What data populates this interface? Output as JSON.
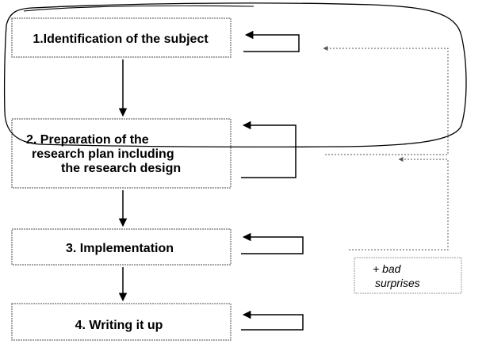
{
  "steps": [
    {
      "label_lines": [
        "1.Identification of the subject"
      ]
    },
    {
      "label_lines": [
        "2. Preparation of the",
        "research plan including",
        "the research design"
      ]
    },
    {
      "label_lines": [
        "3. Implementation"
      ]
    },
    {
      "label_lines": [
        "4. Writing it up"
      ]
    }
  ],
  "note": {
    "lines": [
      "+ bad",
      "surprises"
    ]
  }
}
